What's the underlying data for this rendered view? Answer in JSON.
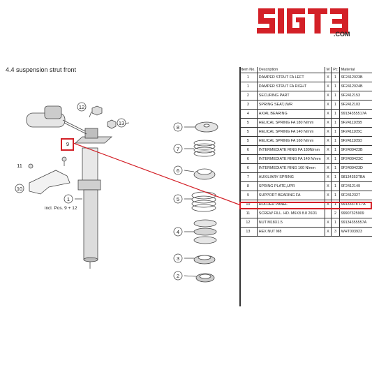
{
  "brand": {
    "logo_text": "SIGT3",
    "domain": ".COM",
    "color": "#d32027"
  },
  "section": {
    "title": "4.4  suspension strut front"
  },
  "diagram": {
    "callouts": [
      "1",
      "2",
      "3",
      "4",
      "5",
      "6",
      "7",
      "8",
      "9",
      "10",
      "11",
      "12",
      "13"
    ],
    "incl_note": "incl. Pos. 9 + 12",
    "highlight_color": "#d32027"
  },
  "table": {
    "headers": {
      "no": "Item No.",
      "description": "Description",
      "m": "M",
      "pc": "Pc",
      "material": "Material"
    },
    "rows": [
      {
        "no": "1",
        "description": "DAMPER STRUT FA LEFT",
        "m": "X",
        "pc": "1",
        "material": "9F2412023B"
      },
      {
        "no": "1",
        "description": "DAMPER STRUT FA RIGHT",
        "m": "X",
        "pc": "1",
        "material": "9F2412024B"
      },
      {
        "no": "2",
        "description": "SECURING PART",
        "m": "X",
        "pc": "1",
        "material": "9F2412153"
      },
      {
        "no": "3",
        "description": "SPRING SEAT,LWR",
        "m": "X",
        "pc": "1",
        "material": "9F2412103"
      },
      {
        "no": "4",
        "description": "AXIAL BEARING",
        "m": "X",
        "pc": "1",
        "material": "99134355517A"
      },
      {
        "no": "5",
        "description": "HELICAL SPRING FA 180 N/mm",
        "m": "X",
        "pc": "1",
        "material": "9F2411105B"
      },
      {
        "no": "5",
        "description": "HELICAL SPRING FA 140 N/mm",
        "m": "X",
        "pc": "1",
        "material": "9F2411105C"
      },
      {
        "no": "5",
        "description": "HELICAL SPRING FA 160 N/mm",
        "m": "X",
        "pc": "1",
        "material": "9F2411105D"
      },
      {
        "no": "6",
        "description": "INTERMEDIATE RING FA 180N/mm",
        "m": "X",
        "pc": "1",
        "material": "9F2409423B"
      },
      {
        "no": "6",
        "description": "INTERMEDIATE RING FA 140 N/mm",
        "m": "X",
        "pc": "1",
        "material": "9F2409423C"
      },
      {
        "no": "6",
        "description": "INTERMEDIATE RING 160 N/mm",
        "m": "X",
        "pc": "1",
        "material": "9F2409423D"
      },
      {
        "no": "7",
        "description": "AUXILIARY SPRING",
        "m": "X",
        "pc": "1",
        "material": "98134353TBA"
      },
      {
        "no": "8",
        "description": "SPRING PLATE,UPR",
        "m": "X",
        "pc": "1",
        "material": "9F2412149"
      },
      {
        "no": "9",
        "description": "SUPPORT BEARING FA",
        "m": "X",
        "pc": "1",
        "material": "9F2412327"
      },
      {
        "no": "10",
        "description": "HOLDER PANEL",
        "m": "X",
        "pc": "1",
        "material": "99133378 17A"
      },
      {
        "no": "11",
        "description": "SCREW FILL. HD. M6X8 8.8 26D1",
        "m": "",
        "pc": "2",
        "material": "99907325909"
      },
      {
        "no": "12",
        "description": "NUT M18X1.5",
        "m": "X",
        "pc": "1",
        "material": "99134355557A"
      },
      {
        "no": "13",
        "description": "HEX NUT M8",
        "m": "X",
        "pc": "3",
        "material": "WHT003923"
      }
    ]
  }
}
